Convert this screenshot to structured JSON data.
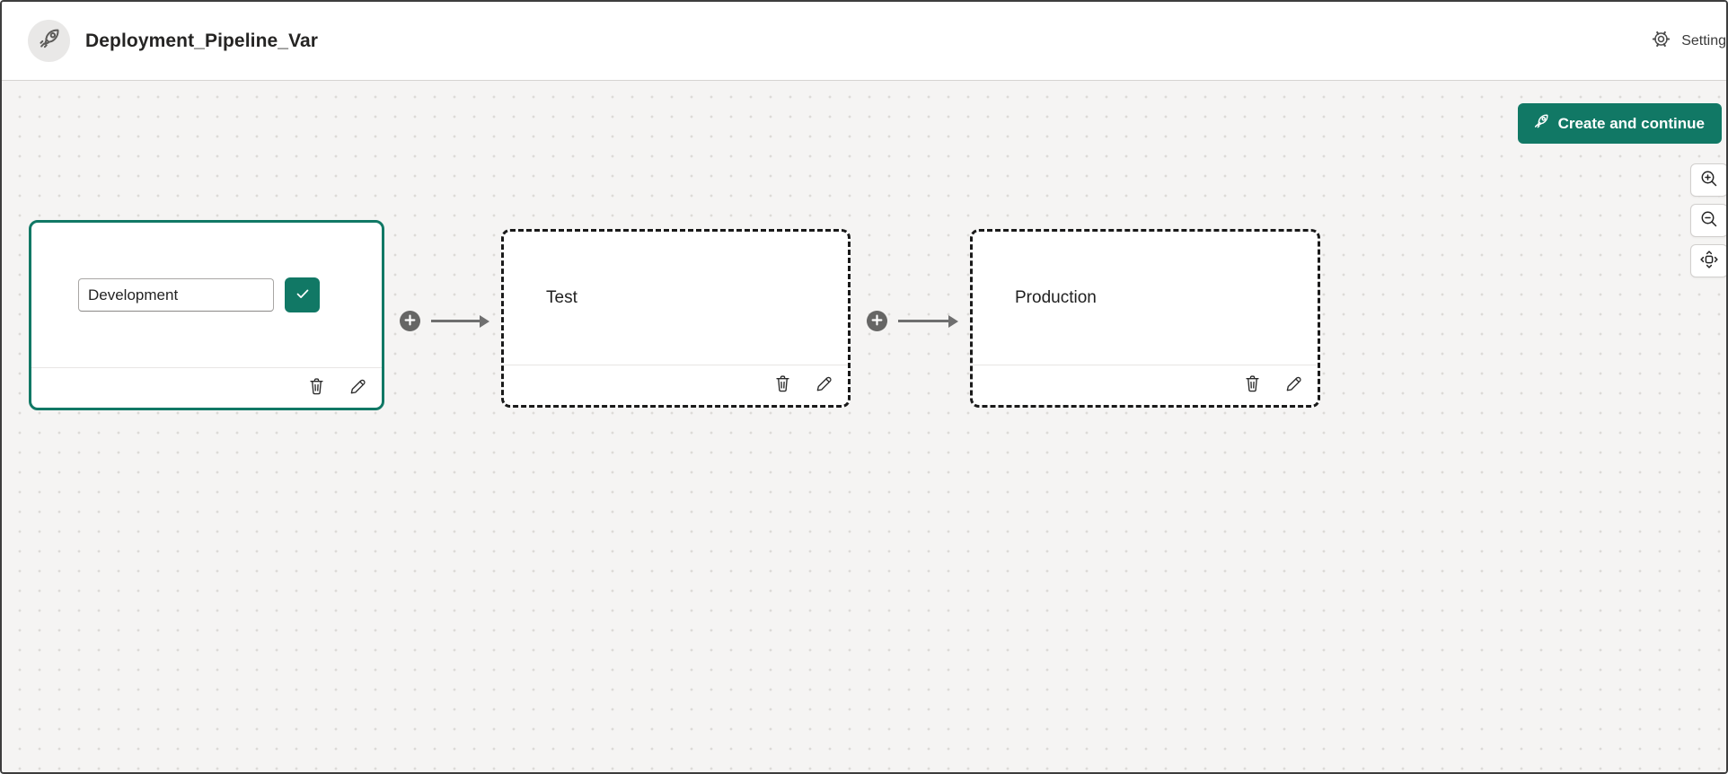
{
  "header": {
    "title": "Deployment_Pipeline_Var",
    "logo_icon": "rocket-icon",
    "settings": {
      "label": "Settings",
      "icon": "gear-icon"
    }
  },
  "pipeline": {
    "create_button": {
      "label": "Create and continue",
      "icon": "rocket-icon"
    },
    "stages": [
      {
        "name": "Development",
        "state": "editing",
        "name_input": {
          "value": "Development"
        },
        "actions": {
          "confirm_icon": "checkmark-icon",
          "delete_icon": "trash-icon",
          "edit_icon": "pencil-icon"
        }
      },
      {
        "name": "Test",
        "state": "placeholder",
        "actions": {
          "delete_icon": "trash-icon",
          "edit_icon": "pencil-icon"
        }
      },
      {
        "name": "Production",
        "state": "placeholder",
        "actions": {
          "delete_icon": "trash-icon",
          "edit_icon": "pencil-icon"
        }
      }
    ],
    "connectors": [
      {
        "add_icon": "plus-circle-icon",
        "arrow": "arrow-right"
      },
      {
        "add_icon": "plus-circle-icon",
        "arrow": "arrow-right"
      }
    ],
    "view_controls": [
      {
        "name": "zoom-in",
        "icon": "zoom-in-icon"
      },
      {
        "name": "zoom-out",
        "icon": "zoom-out-icon"
      },
      {
        "name": "fit-to-view",
        "icon": "fit-view-icon"
      }
    ]
  },
  "colors": {
    "accent_teal": "#117865",
    "canvas_background": "#f5f4f3",
    "dashed_card_border": "#1a1a1a",
    "connector_gray": "#6f6f6f"
  }
}
